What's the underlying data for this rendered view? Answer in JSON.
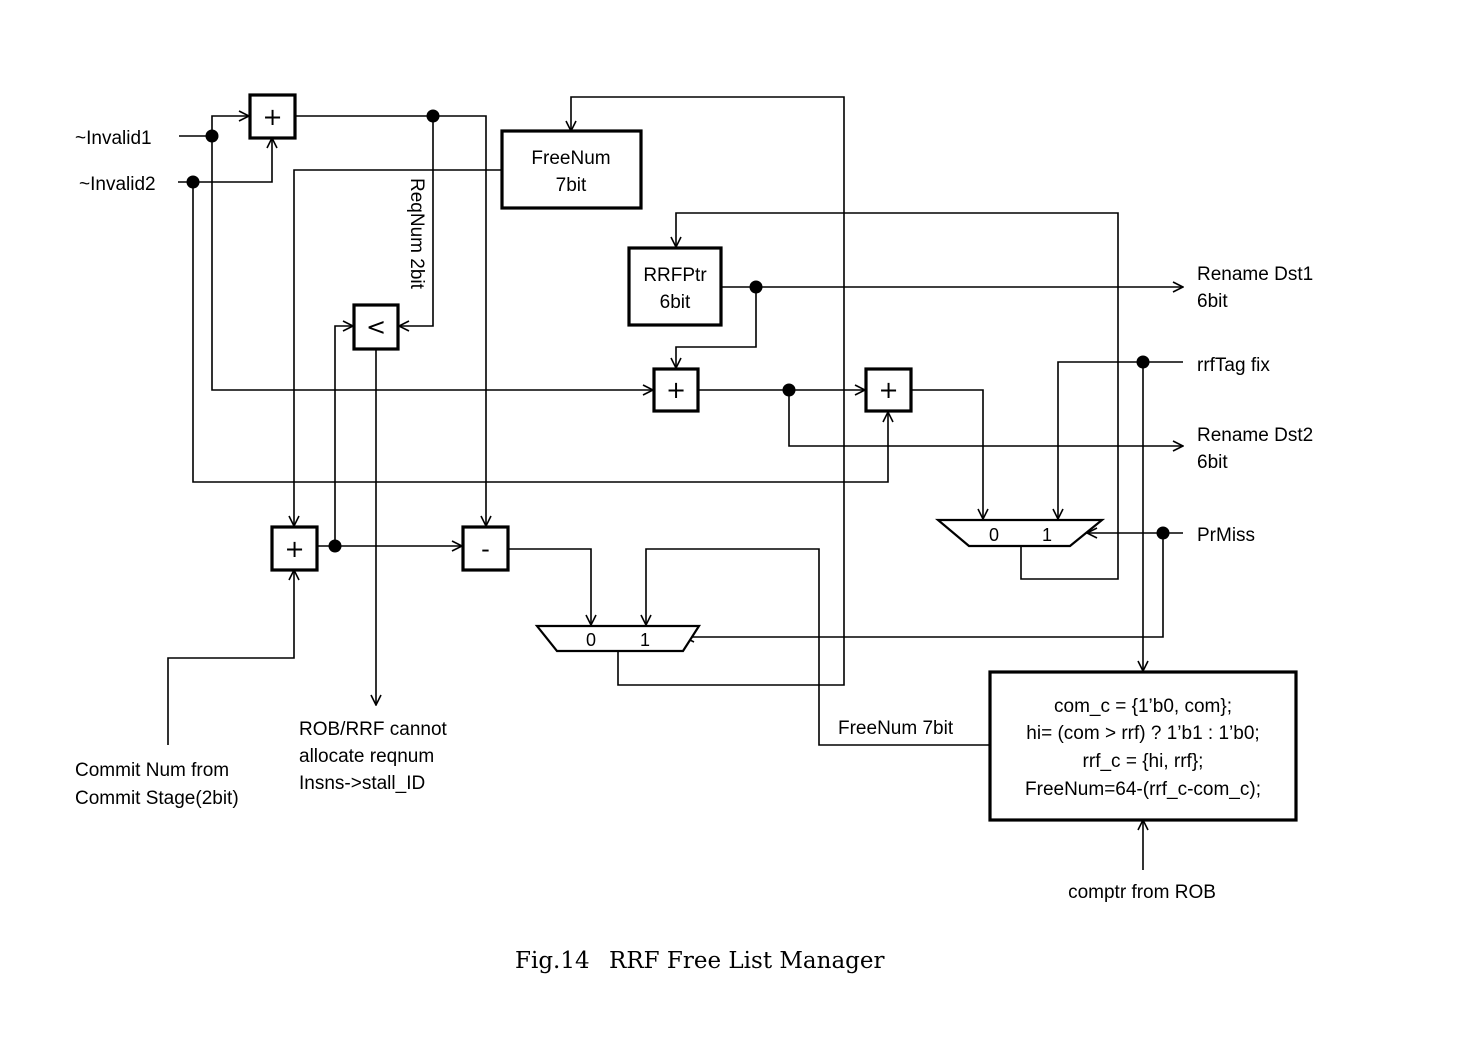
{
  "inputs": {
    "invalid1": "~Invalid1",
    "invalid2": "~Invalid2",
    "commit_num_line1": "Commit Num from",
    "commit_num_line2": "Commit Stage(2bit)",
    "comptr": "comptr from ROB",
    "rrftag_fix": "rrfTag fix",
    "prmiss": "PrMiss"
  },
  "blocks": {
    "freenum_reg_line1": "FreeNum",
    "freenum_reg_line2": "7bit",
    "rrfptr_reg_line1": "RRFPtr",
    "rrfptr_reg_line2": "6bit",
    "reqnum_label": "ReqNum 2bit",
    "freenum_wire_label": "FreeNum  7bit"
  },
  "operators": {
    "add": "+",
    "sub": "-",
    "less_than": "<"
  },
  "mux": {
    "in0": "0",
    "in1": "1"
  },
  "outputs": {
    "rename_dst1_line1": "Rename Dst1",
    "rename_dst1_line2": "6bit",
    "rename_dst2_line1": "Rename Dst2",
    "rename_dst2_line2": "6bit",
    "stall_line1": "ROB/RRF cannot",
    "stall_line2": "allocate reqnum",
    "stall_line3": "Insns->stall_ID"
  },
  "logic_box": {
    "line1": "com_c = {1’b0, com};",
    "line2": "hi= (com > rrf) ? 1’b1 : 1’b0;",
    "line3": "rrf_c = {hi, rrf};",
    "line4": "FreeNum=64-(rrf_c-com_c);"
  },
  "caption": {
    "figure": "Fig.14",
    "title": "RRF Free List Manager"
  }
}
